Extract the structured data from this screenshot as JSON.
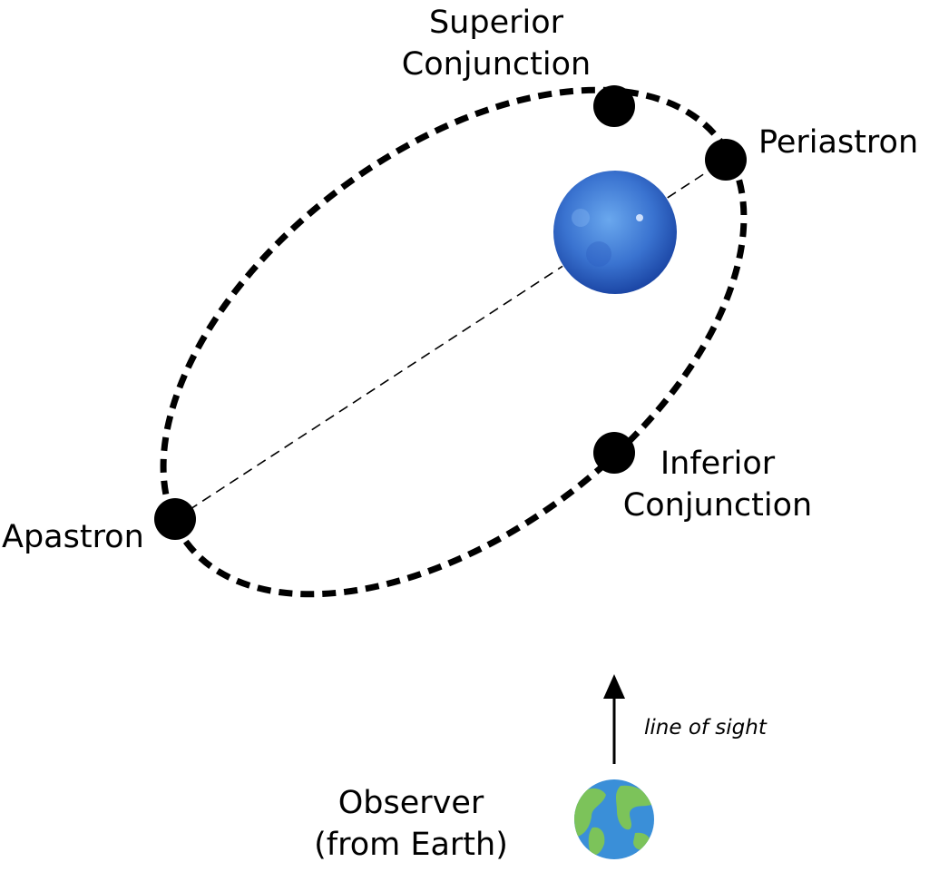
{
  "labels": {
    "superior_line1": "Superior",
    "superior_line2": "Conjunction",
    "periastron": "Periastron",
    "inferior_line1": "Inferior",
    "inferior_line2": "Conjunction",
    "apastron": "Apastron",
    "line_of_sight": "line of sight",
    "observer_line1": "Observer",
    "observer_line2": "(from Earth)"
  },
  "colors": {
    "orbit": "#000000",
    "star_light": "#5f9ce8",
    "star_dark": "#1e50b0",
    "earth_ocean": "#3a8fd8",
    "earth_land": "#7cc35a"
  },
  "icons": {
    "star": "blue-star-icon",
    "earth": "earth-globe-icon"
  }
}
